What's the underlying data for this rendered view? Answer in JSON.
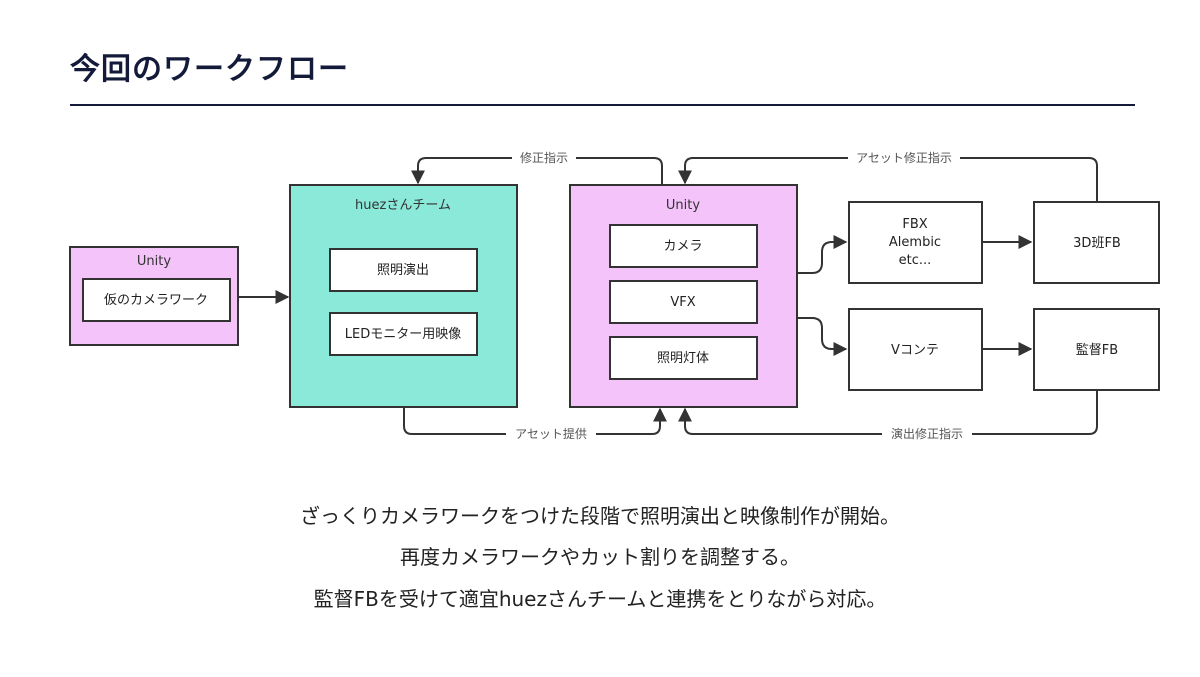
{
  "page": {
    "title": "今回のワークフロー",
    "description": [
      "ざっくりカメラワークをつけた段階で照明演出と映像制作が開始。",
      "再度カメラワークやカット割りを調整する。",
      "監督FBを受けて適宜huezさんチームと連携をとりながら対応。"
    ]
  },
  "colors": {
    "pink": "#f3c3f9",
    "teal": "#8ae9d9",
    "title": "#141a3a",
    "line": "#333333"
  },
  "diagram": {
    "unity_left": {
      "title": "Unity",
      "item": "仮のカメラワーク"
    },
    "huez": {
      "title": "huezさんチーム",
      "items": [
        "照明演出",
        "LEDモニター用映像"
      ]
    },
    "unity_main": {
      "title": "Unity",
      "items": [
        "カメラ",
        "VFX",
        "照明灯体"
      ]
    },
    "fbx": {
      "lines": [
        "FBX",
        "Alembic",
        "etc..."
      ]
    },
    "vconte": {
      "label": "Vコンテ"
    },
    "fb3d": {
      "label": "3D班FB"
    },
    "director_fb": {
      "label": "監督FB"
    },
    "edge_labels": {
      "fix_instruction": "修正指示",
      "asset_fix_instruction": "アセット修正指示",
      "asset_provision": "アセット提供",
      "direction_fix_instruction": "演出修正指示"
    }
  }
}
